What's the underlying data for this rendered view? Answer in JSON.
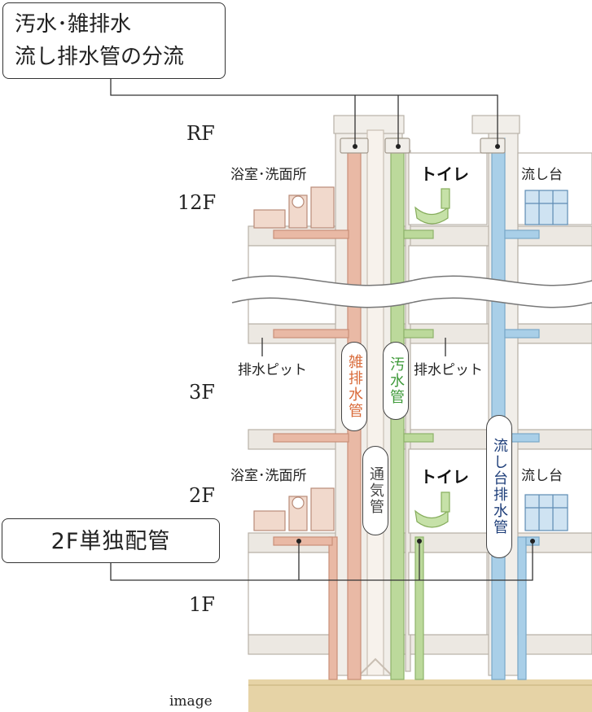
{
  "callouts": {
    "top_line1": "汚水･雑排水",
    "top_line2": "流し排水管の分流",
    "bottom": "2F単独配管"
  },
  "floors": {
    "rf": "RF",
    "f12": "12F",
    "f3": "3F",
    "f2": "2F",
    "f1": "1F"
  },
  "rooms": {
    "bath_12": "浴室･洗面所",
    "toilet_12": "トイレ",
    "kitchen_12": "流し台",
    "pit_left": "排水ピット",
    "pit_right": "排水ピット",
    "bath_2": "浴室･洗面所",
    "toilet_2": "トイレ",
    "kitchen_2": "流し台"
  },
  "pipe_labels": {
    "gray_water": "雑排水管",
    "sewage": "汚水管",
    "kitchen": "流し台排水管",
    "vent": "通気管"
  },
  "caption": "image",
  "colors": {
    "gray_water": "#e9b9a5",
    "sewage": "#bcd99b",
    "kitchen": "#a9cfe8",
    "vent": "#f4ede6",
    "structure": "#ece8e2",
    "ground": "#e6d3a6",
    "gray_text": "#d96b3a",
    "sewage_text": "#3f9a3a",
    "kitchen_text": "#1f3f7a"
  }
}
